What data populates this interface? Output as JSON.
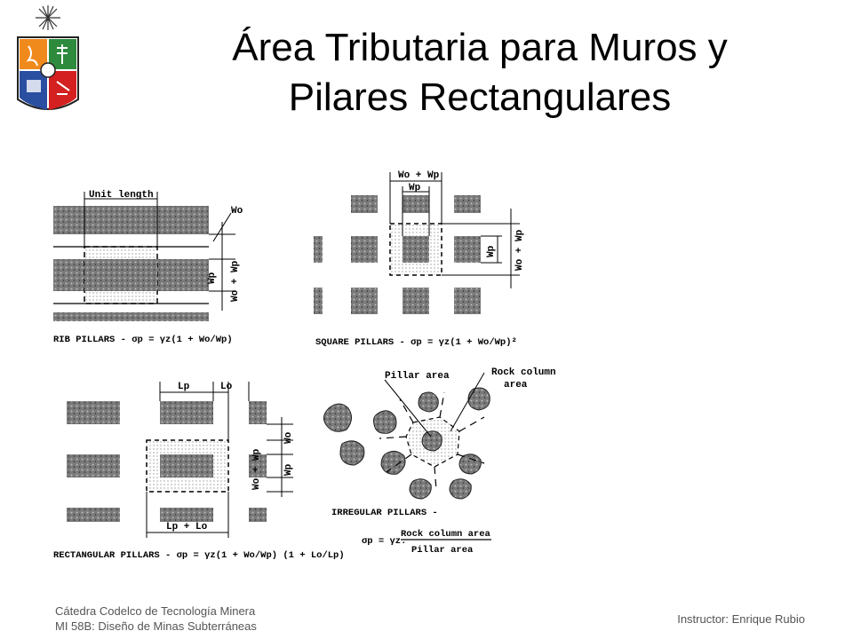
{
  "slide": {
    "title_line1": "Área Tributaria para Muros y",
    "title_line2": "Pilares Rectangulares"
  },
  "figure": {
    "rib": {
      "unit_length": "Unit length",
      "wo": "Wo",
      "wp": "Wp",
      "wo_wp": "Wo + Wp",
      "caption": "RIB PILLARS - σp = γz(1 + Wo/Wp)"
    },
    "square": {
      "wo_wp_top": "Wo + Wp",
      "wp_top": "Wp",
      "wp_side": "Wp",
      "wo_wp_side": "Wo + Wp",
      "caption": "SQUARE PILLARS - σp = γz(1 + Wo/Wp)²"
    },
    "rectangular": {
      "lp": "Lp",
      "lo": "Lo",
      "lp_lo": "Lp + Lo",
      "wo": "Wo",
      "wo_wp": "Wo + Wp",
      "wp": "Wp",
      "caption": "RECTANGULAR PILLARS - σp = γz(1 + Wo/Wp) (1 + Lo/Lp)"
    },
    "irregular": {
      "pillar_area": "Pillar area",
      "rock_column": "Rock column",
      "area": "area",
      "caption": "IRREGULAR PILLARS -",
      "formula_prefix": "σp = γz.",
      "numerator": "Rock column area",
      "denominator": "Pillar area"
    }
  },
  "footer": {
    "chair": "Cátedra Codelco de Tecnología Minera",
    "course": "MI 58B: Diseño de Minas Subterráneas",
    "instructor": "Instructor: Enrique Rubio"
  },
  "colors": {
    "shield_orange": "#f08a1c",
    "shield_green": "#2e8a3c",
    "shield_blue": "#2a4ea0",
    "shield_red": "#d42020",
    "pillar_gray": "#8a8a8a"
  }
}
